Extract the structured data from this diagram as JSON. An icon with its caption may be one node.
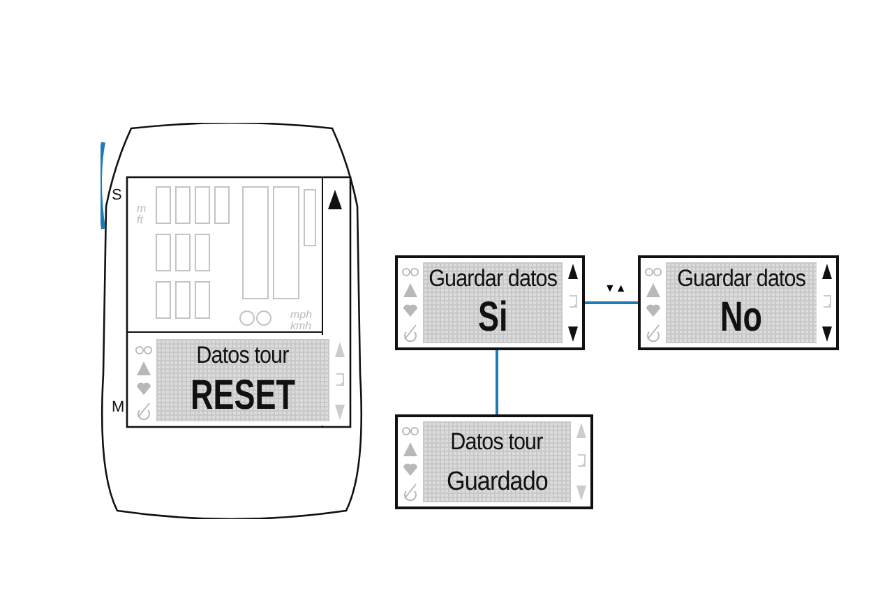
{
  "diagram": {
    "nodes": [
      {
        "text": [],
        "shape": "box"
      },
      {
        "text": [
          "Datos tour",
          "RESET"
        ],
        "in": 0
      },
      {
        "text": [
          "Guardar datos",
          "Si"
        ]
      },
      {
        "text": [
          "Guardar datos",
          "No"
        ]
      },
      {
        "text": [
          "Datos tour",
          "Guardado"
        ]
      }
    ],
    "edges": [
      {
        "from": 2,
        "to": 3,
        "arrow": "none",
        "label": "▼▲",
        "color": "#1f7bb6"
      },
      {
        "from": 2,
        "to": 4,
        "arrow": "none",
        "color": "#1f7bb6"
      }
    ],
    "labels": [
      "S",
      "M",
      "m",
      "ft",
      "mph",
      "kmh"
    ]
  }
}
